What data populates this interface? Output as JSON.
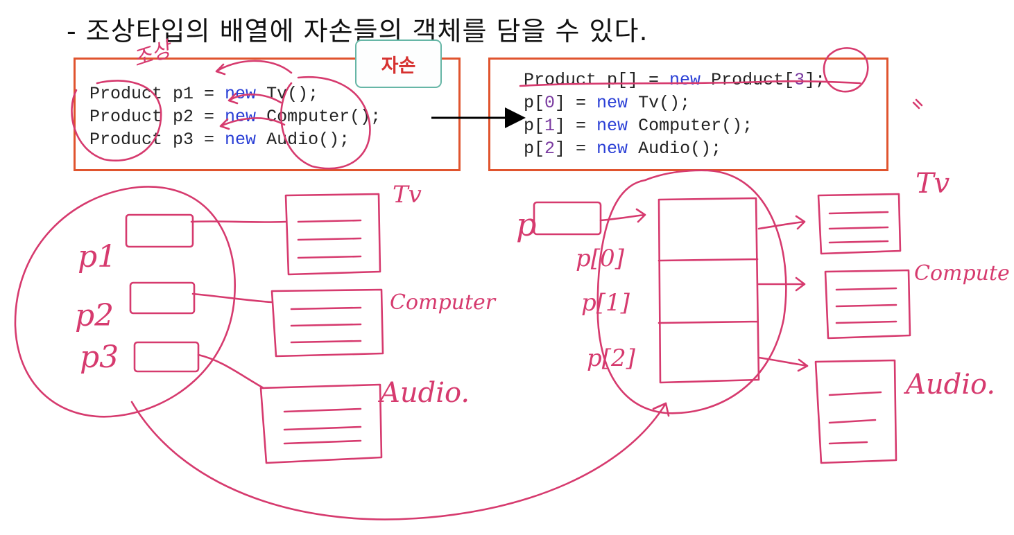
{
  "heading": "- 조상타입의 배열에 자손들의 객체를 담을 수 있다.",
  "badge": "자손",
  "left_code": {
    "line1": {
      "a": "Product p1 = ",
      "kw": "new",
      "b": " Tv();"
    },
    "line2": {
      "a": "Product p2 = ",
      "kw": "new",
      "b": " Computer();"
    },
    "line3": {
      "a": "Product p3 = ",
      "kw": "new",
      "b": " Audio();"
    }
  },
  "right_code": {
    "line1": {
      "a": "Product p[] = ",
      "kw": "new",
      "b": " Product[",
      "n": "3",
      "c": "];"
    },
    "line2": {
      "a": "p[",
      "n": "0",
      "b": "] = ",
      "kw": "new",
      "c": " Tv();"
    },
    "line3": {
      "a": "p[",
      "n": "1",
      "b": "] = ",
      "kw": "new",
      "c": " Computer();"
    },
    "line4": {
      "a": "p[",
      "n": "2",
      "b": "] = ",
      "kw": "new",
      "c": " Audio();"
    }
  },
  "annotations": {
    "ancestor": "조상",
    "left_vars": [
      "p1",
      "p2",
      "p3"
    ],
    "left_objects": [
      "Tv",
      "Computer",
      "Audio."
    ],
    "right_ref": "p",
    "right_slots": [
      "p[0]",
      "p[1]",
      "p[2]"
    ],
    "right_objects": [
      "Tv",
      "Compute",
      "Audio."
    ]
  },
  "colors": {
    "box_border": "#e0542e",
    "keyword": "#2a3fd6",
    "number": "#7a3aa0",
    "ink": "#d63a6e",
    "badge_text": "#d6312f",
    "badge_border": "#66b6a6"
  }
}
